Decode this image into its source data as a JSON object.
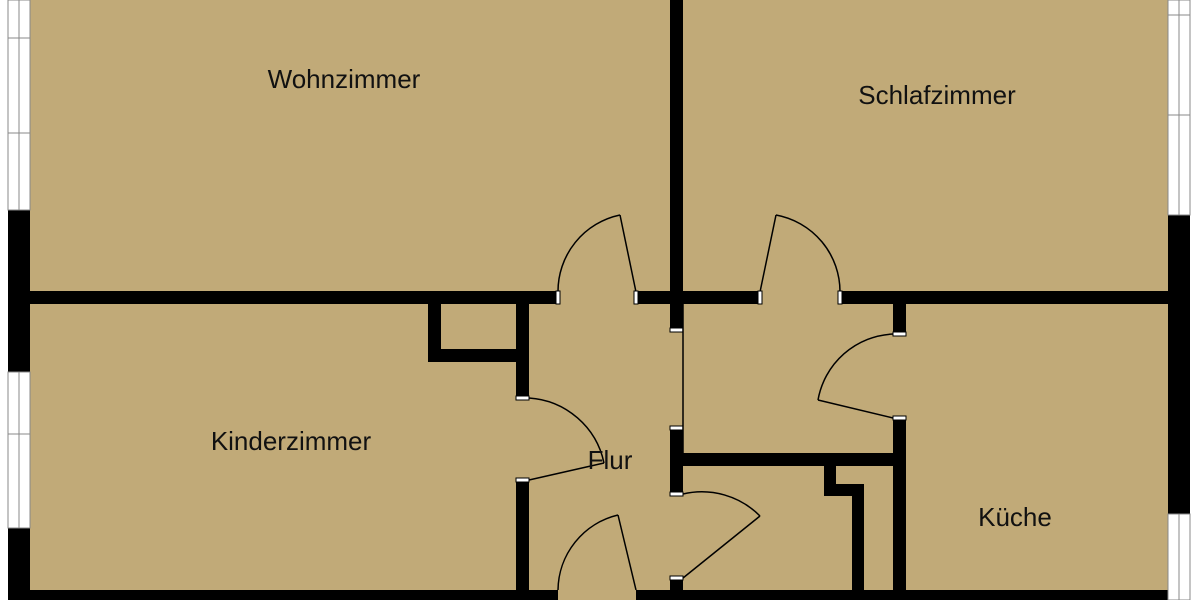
{
  "colors": {
    "floor": "#C1AA78",
    "wall": "#000000",
    "window": "#ffffff",
    "door_arc": "#000000",
    "text": "#111111"
  },
  "rooms": [
    {
      "id": "wohnzimmer",
      "label": "Wohnzimmer"
    },
    {
      "id": "schlafzimmer",
      "label": "Schlafzimmer"
    },
    {
      "id": "kinderzimmer",
      "label": "Kinderzimmer"
    },
    {
      "id": "flur",
      "label": "Flur"
    },
    {
      "id": "kueche",
      "label": "Küche"
    }
  ]
}
